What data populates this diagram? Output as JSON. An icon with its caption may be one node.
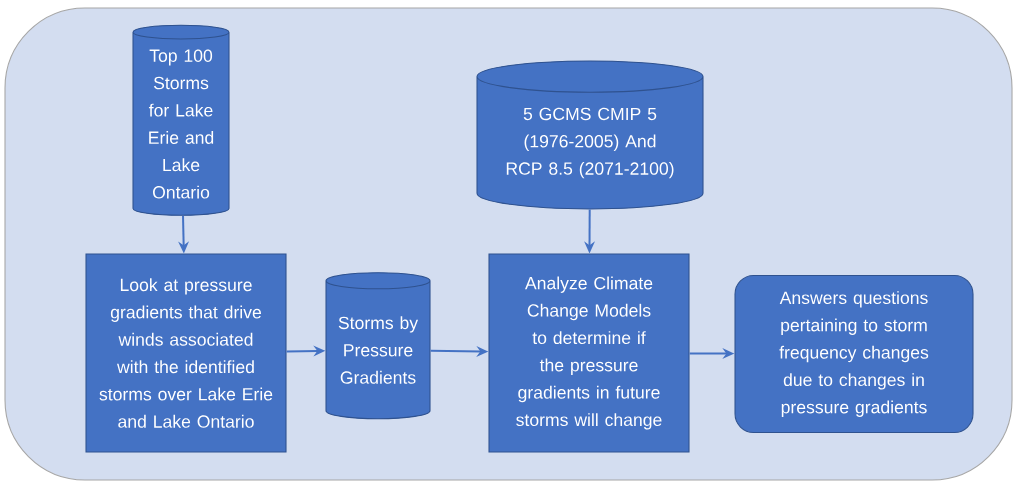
{
  "diagram": {
    "nodes": [
      {
        "text": [
          "Top 100 Storms for Lake Erie and Lake Ontario"
        ]
      },
      {
        "text": [
          "Look at pressure gradients that drive winds associated with the identified storms over Lake Erie and Lake Ontario"
        ]
      },
      {
        "text": [
          "Storms by Pressure Gradients"
        ]
      },
      {
        "text": [
          "5 GCMS CMIP 5 (1976-2005) And RCP 8.5 (2071-2100)"
        ]
      },
      {
        "text": [
          "Analyze Climate Change Models to determine if the pressure gradients in future storms will change"
        ]
      },
      {
        "text": [
          "Answers questions pertaining to storm frequency changes due to changes in pressure gradients"
        ]
      }
    ],
    "edges": [
      {
        "from": 0,
        "to": 1,
        "arrow": "to"
      },
      {
        "from": 1,
        "to": 2,
        "arrow": "to"
      },
      {
        "from": 2,
        "to": 4,
        "arrow": "to"
      },
      {
        "from": 3,
        "to": 4,
        "arrow": "to"
      },
      {
        "from": 4,
        "to": 5,
        "arrow": "to"
      }
    ]
  }
}
